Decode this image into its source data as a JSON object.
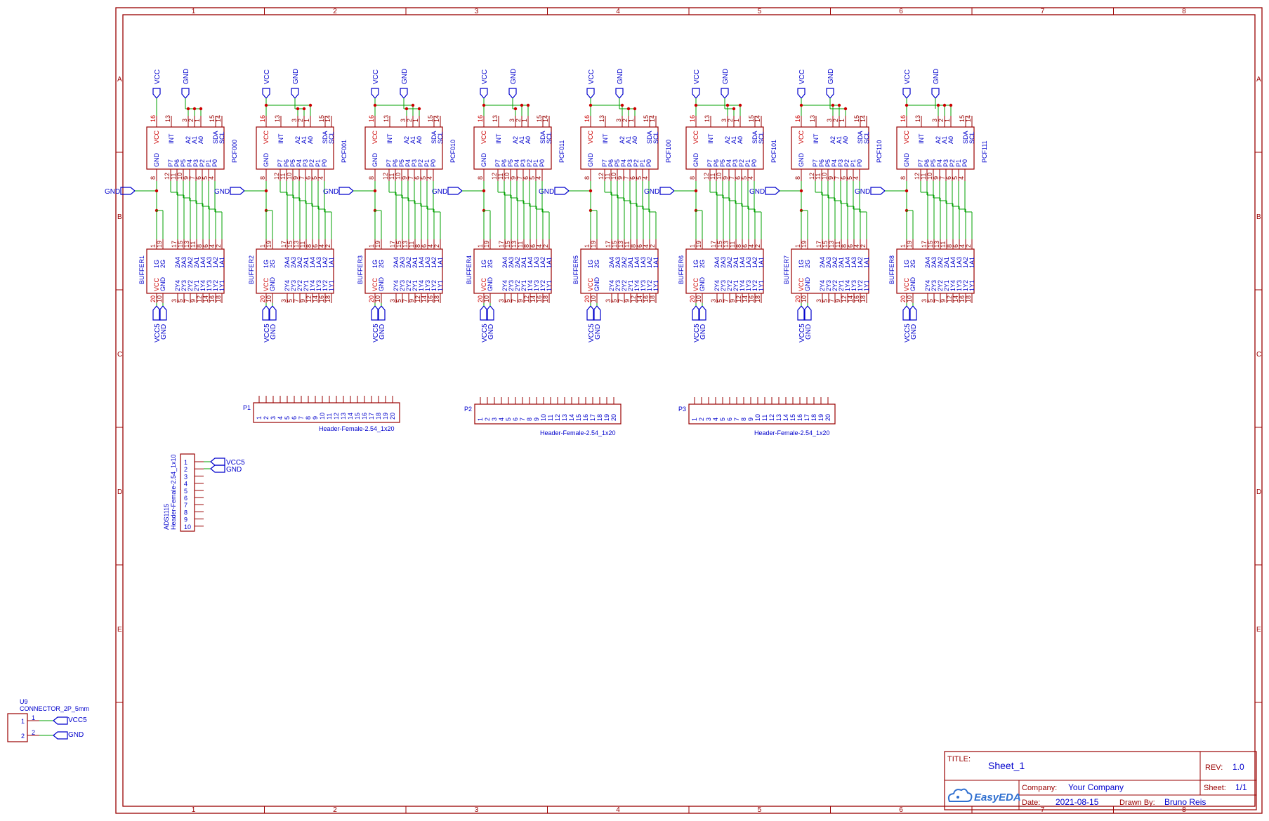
{
  "frame": {
    "col_labels": [
      "1",
      "2",
      "3",
      "4",
      "5",
      "6",
      "7",
      "8"
    ],
    "row_labels": [
      "A",
      "B",
      "C",
      "D",
      "E"
    ]
  },
  "colors": {
    "frame": "#990000",
    "part_outline": "#990000",
    "pin_number": "#990000",
    "pin_name_blue": "#0000cc",
    "pin_name_red": "#cc0000",
    "wire": "#00a000",
    "junction": "#cc0000",
    "net": "#0000cc",
    "title_label": "#990000",
    "title_value": "#0000cc"
  },
  "pcf": {
    "names": [
      "PCF000",
      "PCF001",
      "PCF010",
      "PCF011",
      "PCF100",
      "PCF101",
      "PCF110",
      "PCF111"
    ],
    "top_pins": [
      {
        "num": "16",
        "name": "VCC",
        "red": true
      },
      {
        "num": "13",
        "name": "INT",
        "red": false
      },
      {
        "num": "3",
        "name": "A2",
        "red": false
      },
      {
        "num": "2",
        "name": "A1",
        "red": false
      },
      {
        "num": "1",
        "name": "A0",
        "red": false
      },
      {
        "num": "15",
        "name": "SDA",
        "red": false
      },
      {
        "num": "14",
        "name": "SCL",
        "red": false
      }
    ],
    "bottom_pins": [
      {
        "num": "8",
        "name": "GND"
      },
      {
        "num": "12",
        "name": "P7"
      },
      {
        "num": "11",
        "name": "P6"
      },
      {
        "num": "10",
        "name": "P5"
      },
      {
        "num": "9",
        "name": "P4"
      },
      {
        "num": "7",
        "name": "P3"
      },
      {
        "num": "6",
        "name": "P2"
      },
      {
        "num": "5",
        "name": "P1"
      },
      {
        "num": "4",
        "name": "P0"
      }
    ]
  },
  "buffer": {
    "names": [
      "BUFFER1",
      "BUFFER2",
      "BUFFER3",
      "BUFFER4",
      "BUFFER5",
      "BUFFER6",
      "BUFFER7",
      "BUFFER8"
    ],
    "top_pins": [
      {
        "num": "1",
        "name": "1G"
      },
      {
        "num": "19",
        "name": "2G"
      },
      {
        "num": "17",
        "name": "2A4"
      },
      {
        "num": "15",
        "name": "2A3"
      },
      {
        "num": "13",
        "name": "2A2"
      },
      {
        "num": "11",
        "name": "2A1"
      },
      {
        "num": "8",
        "name": "1A4"
      },
      {
        "num": "6",
        "name": "1A3"
      },
      {
        "num": "4",
        "name": "1A2"
      },
      {
        "num": "2",
        "name": "1A1"
      }
    ],
    "bottom_pins": [
      {
        "num": "20",
        "name": "VCC",
        "red": true
      },
      {
        "num": "10",
        "name": "GND",
        "red": false
      },
      {
        "num": "3",
        "name": "2Y4",
        "red": false
      },
      {
        "num": "5",
        "name": "2Y3",
        "red": false
      },
      {
        "num": "7",
        "name": "2Y2",
        "red": false
      },
      {
        "num": "9",
        "name": "2Y1",
        "red": false
      },
      {
        "num": "12",
        "name": "1Y4",
        "red": false
      },
      {
        "num": "14",
        "name": "1Y3",
        "red": false
      },
      {
        "num": "16",
        "name": "1Y2",
        "red": false
      },
      {
        "num": "18",
        "name": "1Y1",
        "red": false
      }
    ]
  },
  "nets": {
    "vcc": "VCC",
    "gnd": "GND",
    "vcc5": "VCC5"
  },
  "headers": [
    {
      "ref": "P1",
      "value": "Header-Female-2.54_1x20"
    },
    {
      "ref": "P2",
      "value": "Header-Female-2.54_1x20"
    },
    {
      "ref": "P3",
      "value": "Header-Female-2.54_1x20"
    }
  ],
  "header_pins": [
    "1",
    "2",
    "3",
    "4",
    "5",
    "6",
    "7",
    "8",
    "9",
    "10",
    "11",
    "12",
    "13",
    "14",
    "15",
    "16",
    "17",
    "18",
    "19",
    "20"
  ],
  "ads": {
    "ref": "ADS1115",
    "value": "Header-Female-2.54_1x10",
    "pins": [
      "1",
      "2",
      "3",
      "4",
      "5",
      "6",
      "7",
      "8",
      "9",
      "10"
    ]
  },
  "connector": {
    "ref": "U9",
    "value": "CONNECTOR_2P_5mm",
    "pins": [
      "1",
      "2"
    ]
  },
  "title_block": {
    "title_label": "TITLE:",
    "title": "Sheet_1",
    "rev_label": "REV:",
    "rev": "1.0",
    "company_label": "Company:",
    "company": "Your Company",
    "sheet_label": "Sheet:",
    "sheet": "1/1",
    "date_label": "Date:",
    "date": "2021-08-15",
    "drawn_label": "Drawn By:",
    "drawn_by": "Bruno Reis",
    "logo_text": "EasyEDA"
  }
}
